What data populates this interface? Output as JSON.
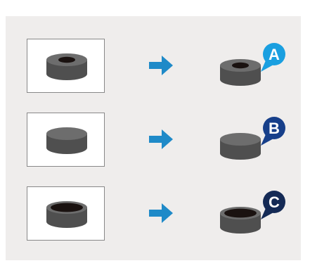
{
  "colors": {
    "background": "#efedec",
    "box_fill": "#ffffff",
    "box_stroke": "#888888",
    "arrow": "#1f8ac8",
    "object_side": "#4f4f4f",
    "object_top": "#6d6d6d",
    "hole": "#1a1210"
  },
  "rows": [
    {
      "left_object": "thick-ring",
      "right_object": "thick-ring",
      "badge": {
        "letter": "A",
        "color": "#1a9fe0"
      }
    },
    {
      "left_object": "solid-disk",
      "right_object": "solid-disk",
      "badge": {
        "letter": "B",
        "color": "#173f8a"
      }
    },
    {
      "left_object": "thin-ring",
      "right_object": "thin-ring",
      "badge": {
        "letter": "C",
        "color": "#142a55"
      }
    }
  ]
}
